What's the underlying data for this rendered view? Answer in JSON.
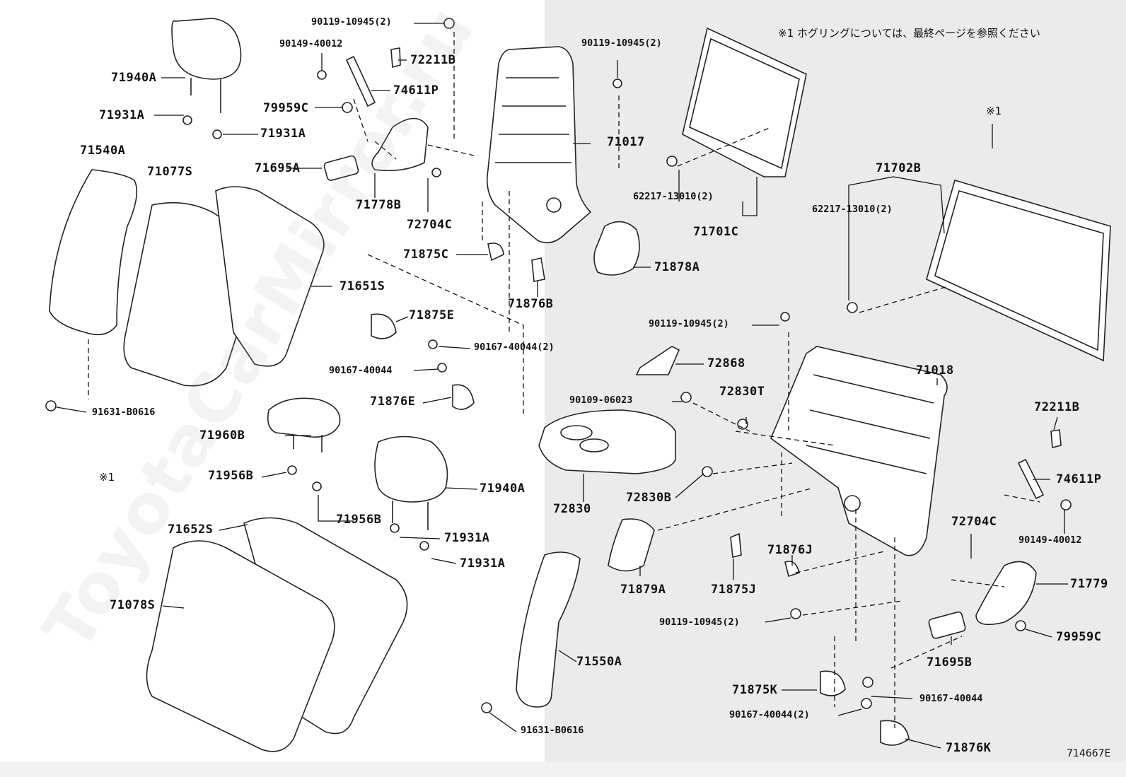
{
  "diagram": {
    "note": "※1  ホグリングについては、最終ページを参照ください",
    "watermark": "ToyotaCarMirror.ru",
    "figure_code": "714667E",
    "callouts": [
      {
        "id": "c1",
        "text": "90119-10945(2)",
        "size": "small"
      },
      {
        "id": "c2",
        "text": "90149-40012",
        "size": "small"
      },
      {
        "id": "c3",
        "text": "72211B",
        "size": "big"
      },
      {
        "id": "c4",
        "text": "71940A",
        "size": "big"
      },
      {
        "id": "c5",
        "text": "74611P",
        "size": "big"
      },
      {
        "id": "c6",
        "text": "79959C",
        "size": "big"
      },
      {
        "id": "c7",
        "text": "71931A",
        "size": "big"
      },
      {
        "id": "c8",
        "text": "71931A",
        "size": "big"
      },
      {
        "id": "c9",
        "text": "71540A",
        "size": "big"
      },
      {
        "id": "c10",
        "text": "71077S",
        "size": "big"
      },
      {
        "id": "c11",
        "text": "71695A",
        "size": "big"
      },
      {
        "id": "c12",
        "text": "71778B",
        "size": "big"
      },
      {
        "id": "c13",
        "text": "72704C",
        "size": "big"
      },
      {
        "id": "c14",
        "text": "90119-10945(2)",
        "size": "small"
      },
      {
        "id": "c15",
        "text": "71017",
        "size": "big"
      },
      {
        "id": "c16",
        "text": "71875C",
        "size": "big"
      },
      {
        "id": "c17",
        "text": "71651S",
        "size": "big"
      },
      {
        "id": "c18",
        "text": "71875E",
        "size": "big"
      },
      {
        "id": "c19",
        "text": "71876B",
        "size": "big"
      },
      {
        "id": "c20",
        "text": "90167-40044(2)",
        "size": "small"
      },
      {
        "id": "c21",
        "text": "90167-40044",
        "size": "small"
      },
      {
        "id": "c22",
        "text": "71876E",
        "size": "big"
      },
      {
        "id": "c23",
        "text": "91631-B0616",
        "size": "small"
      },
      {
        "id": "c24",
        "text": "※1",
        "size": "note"
      },
      {
        "id": "c25",
        "text": "71960B",
        "size": "big"
      },
      {
        "id": "c26",
        "text": "71956B",
        "size": "big"
      },
      {
        "id": "c27",
        "text": "71956B",
        "size": "big"
      },
      {
        "id": "c28",
        "text": "71940A",
        "size": "big"
      },
      {
        "id": "c29",
        "text": "71652S",
        "size": "big"
      },
      {
        "id": "c30",
        "text": "71931A",
        "size": "big"
      },
      {
        "id": "c31",
        "text": "71931A",
        "size": "big"
      },
      {
        "id": "c32",
        "text": "71078S",
        "size": "big"
      },
      {
        "id": "c33",
        "text": "91631-B0616",
        "size": "small"
      },
      {
        "id": "c34",
        "text": "62217-13010(2)",
        "size": "small"
      },
      {
        "id": "c35",
        "text": "71701C",
        "size": "big"
      },
      {
        "id": "c36",
        "text": "71878A",
        "size": "big"
      },
      {
        "id": "c37",
        "text": "※1",
        "size": "note"
      },
      {
        "id": "c38",
        "text": "71702B",
        "size": "big"
      },
      {
        "id": "c39",
        "text": "62217-13010(2)",
        "size": "small"
      },
      {
        "id": "c40",
        "text": "90119-10945(2)",
        "size": "small"
      },
      {
        "id": "c41",
        "text": "72868",
        "size": "big"
      },
      {
        "id": "c42",
        "text": "71018",
        "size": "big"
      },
      {
        "id": "c43",
        "text": "90109-06023",
        "size": "small"
      },
      {
        "id": "c44",
        "text": "72830T",
        "size": "big"
      },
      {
        "id": "c45",
        "text": "72211B",
        "size": "big"
      },
      {
        "id": "c46",
        "text": "74611P",
        "size": "big"
      },
      {
        "id": "c47",
        "text": "72830B",
        "size": "big"
      },
      {
        "id": "c48",
        "text": "72830",
        "size": "big"
      },
      {
        "id": "c49",
        "text": "90149-40012",
        "size": "small"
      },
      {
        "id": "c50",
        "text": "72704C",
        "size": "big"
      },
      {
        "id": "c51",
        "text": "71876J",
        "size": "big"
      },
      {
        "id": "c52",
        "text": "71779",
        "size": "big"
      },
      {
        "id": "c53",
        "text": "71879A",
        "size": "big"
      },
      {
        "id": "c54",
        "text": "71875J",
        "size": "big"
      },
      {
        "id": "c55",
        "text": "90119-10945(2)",
        "size": "small"
      },
      {
        "id": "c56",
        "text": "79959C",
        "size": "big"
      },
      {
        "id": "c57",
        "text": "71550A",
        "size": "big"
      },
      {
        "id": "c58",
        "text": "71695B",
        "size": "big"
      },
      {
        "id": "c59",
        "text": "71875K",
        "size": "big"
      },
      {
        "id": "c60",
        "text": "90167-40044",
        "size": "small"
      },
      {
        "id": "c61",
        "text": "90167-40044(2)",
        "size": "small"
      },
      {
        "id": "c62",
        "text": "71876K",
        "size": "big"
      }
    ]
  }
}
